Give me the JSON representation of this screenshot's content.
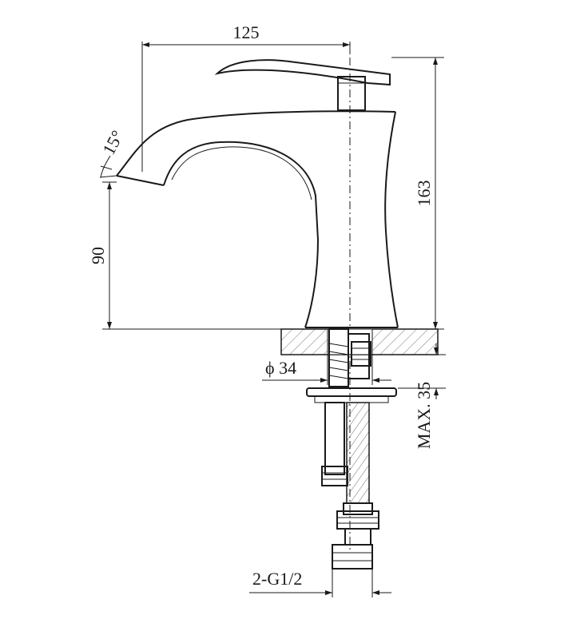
{
  "drawing": {
    "colors": {
      "line": "#1a1a1a",
      "background": "#ffffff",
      "hatch": "#555555"
    },
    "dimensions": {
      "overall_reach": "125",
      "spout_angle": "15°",
      "overall_height": "163",
      "spout_height": "90",
      "base_diameter": "ϕ 34",
      "max_deck_thickness": "MAX. 35",
      "connection_thread": "2-G1/2"
    }
  }
}
